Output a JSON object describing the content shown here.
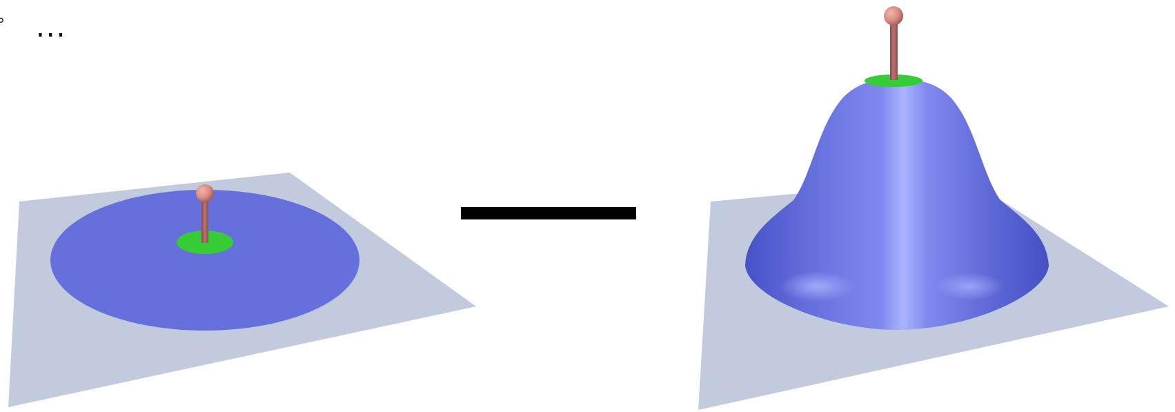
{
  "text": {
    "ellipsis": "...",
    "corner_mark": "°"
  },
  "colors": {
    "background": "#ffffff",
    "plane": "#c2cbdd",
    "disk": "#6670dc",
    "center_spot": "#33cc33",
    "pin_stem": "#a86060",
    "pin_head": "#d98a80",
    "minus_bar": "#000000",
    "bump_base": "#5a66d8",
    "bump_highlight": "#a9b4ff"
  },
  "icons": {
    "left_panel": "flat-disk-with-pin",
    "operator": "minus-sign",
    "right_panel": "bell-shaped-bump-with-pin"
  }
}
